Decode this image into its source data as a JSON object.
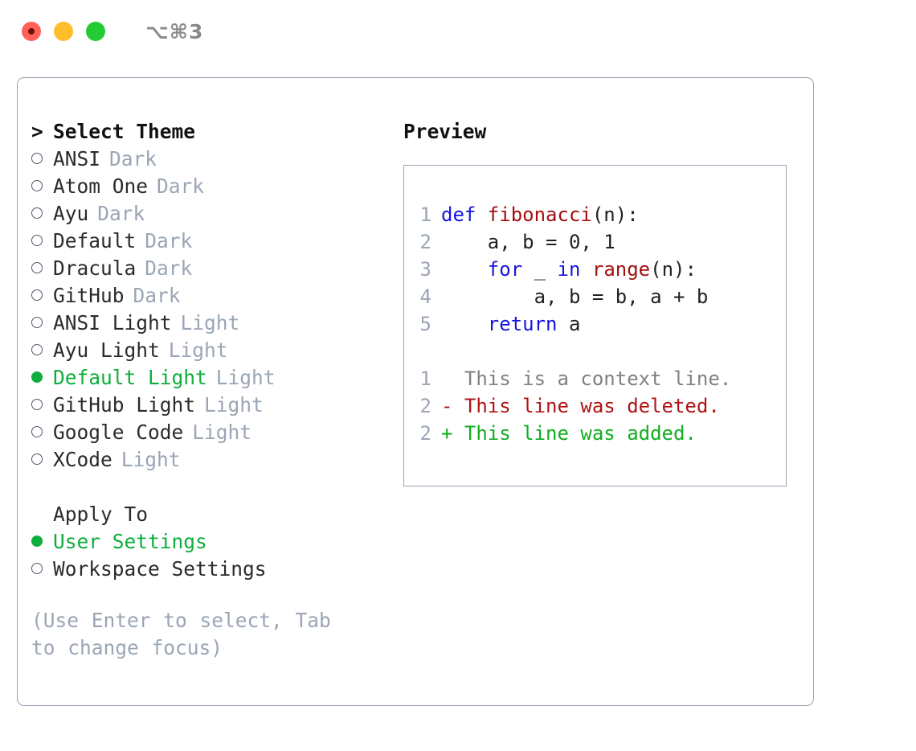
{
  "titlebar": {
    "lights": [
      {
        "name": "close",
        "color": "#ff6058"
      },
      {
        "name": "minimize",
        "color": "#ffbd2e"
      },
      {
        "name": "maximize",
        "color": "#23cc34"
      }
    ],
    "shortcut": "⌥⌘3"
  },
  "theme_picker": {
    "header_marker": ">",
    "header": "Select Theme",
    "items": [
      {
        "marker": "○",
        "label": "ANSI",
        "tag": "Dark",
        "selected": false
      },
      {
        "marker": "○",
        "label": "Atom One",
        "tag": "Dark",
        "selected": false
      },
      {
        "marker": "○",
        "label": "Ayu",
        "tag": "Dark",
        "selected": false
      },
      {
        "marker": "○",
        "label": "Default",
        "tag": "Dark",
        "selected": false
      },
      {
        "marker": "○",
        "label": "Dracula",
        "tag": "Dark",
        "selected": false
      },
      {
        "marker": "○",
        "label": "GitHub",
        "tag": "Dark",
        "selected": false
      },
      {
        "marker": "○",
        "label": "ANSI Light",
        "tag": "Light",
        "selected": false
      },
      {
        "marker": "○",
        "label": "Ayu Light",
        "tag": "Light",
        "selected": false
      },
      {
        "marker": "●",
        "label": "Default Light",
        "tag": "Light",
        "selected": true
      },
      {
        "marker": "○",
        "label": "GitHub Light",
        "tag": "Light",
        "selected": false
      },
      {
        "marker": "○",
        "label": "Google Code",
        "tag": "Light",
        "selected": false
      },
      {
        "marker": "○",
        "label": "XCode",
        "tag": "Light",
        "selected": false
      }
    ]
  },
  "apply_to": {
    "title": "Apply To",
    "options": [
      {
        "marker": "●",
        "label": "User Settings",
        "selected": true
      },
      {
        "marker": "○",
        "label": "Workspace Settings",
        "selected": false
      }
    ]
  },
  "hint": "(Use Enter to select, Tab to change focus)",
  "preview": {
    "title": "Preview",
    "code_lines": [
      {
        "num": "1",
        "tokens": [
          {
            "t": "def ",
            "c": "kw"
          },
          {
            "t": "fibonacci",
            "c": "fn"
          },
          {
            "t": "(n):",
            "c": "code-txt"
          }
        ]
      },
      {
        "num": "2",
        "tokens": [
          {
            "t": "    a, b = 0, 1",
            "c": "code-txt"
          }
        ]
      },
      {
        "num": "3",
        "tokens": [
          {
            "t": "    ",
            "c": "code-txt"
          },
          {
            "t": "for",
            "c": "kw"
          },
          {
            "t": " _ ",
            "c": "code-txt"
          },
          {
            "t": "in",
            "c": "kw"
          },
          {
            "t": " ",
            "c": "code-txt"
          },
          {
            "t": "range",
            "c": "fn"
          },
          {
            "t": "(n):",
            "c": "code-txt"
          }
        ]
      },
      {
        "num": "4",
        "tokens": [
          {
            "t": "        a, b = b, a + b",
            "c": "code-txt"
          }
        ]
      },
      {
        "num": "5",
        "tokens": [
          {
            "t": "    ",
            "c": "code-txt"
          },
          {
            "t": "return",
            "c": "kw"
          },
          {
            "t": " a",
            "c": "code-txt"
          }
        ]
      }
    ],
    "diff_lines": [
      {
        "num": "1",
        "text": "  This is a context line.",
        "cls": "ctx"
      },
      {
        "num": "2",
        "text": "- This line was deleted.",
        "cls": "del"
      },
      {
        "num": "2",
        "text": "+ This line was added.",
        "cls": "add"
      }
    ]
  },
  "colors": {
    "accent_green": "#0fae3c",
    "muted": "#9aa5b5",
    "border": "#98a2b3",
    "keyword_blue": "#1414e0",
    "function_red": "#a30f0f",
    "diff_delete": "#b01414",
    "diff_add": "#0fae1f"
  }
}
